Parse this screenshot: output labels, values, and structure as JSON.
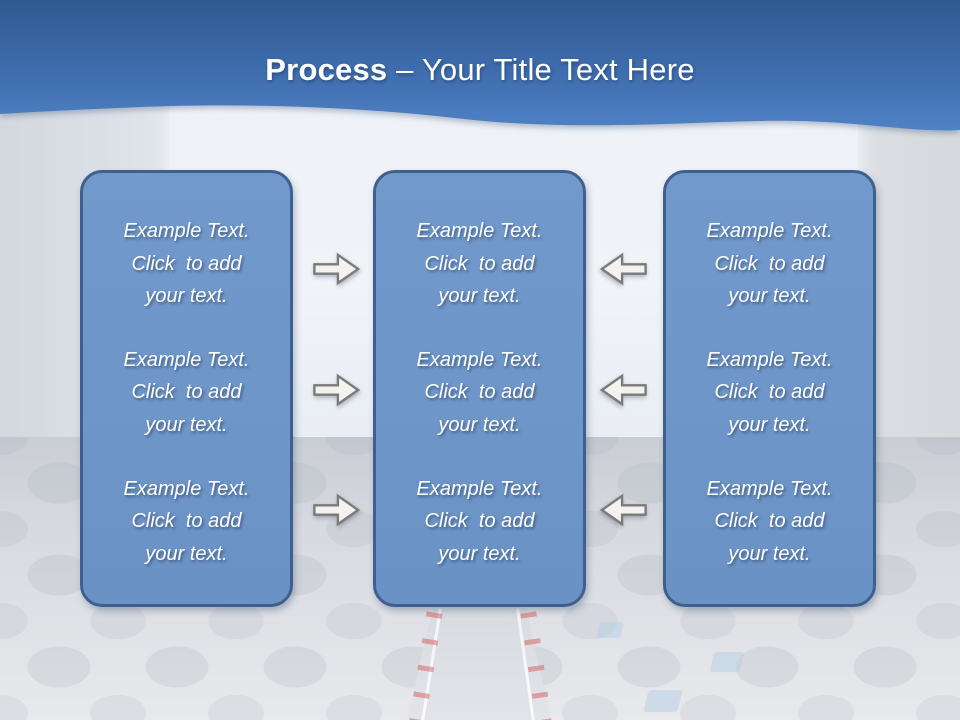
{
  "title": {
    "emphasis": "Process",
    "rest": "– Your Title Text Here"
  },
  "placeholder_text": "Example Text.\nClick  to add\nyour text.",
  "columns": [
    {
      "id": "left",
      "blocks": [
        "Example Text.\nClick  to add\nyour text.",
        "Example Text.\nClick  to add\nyour text.",
        "Example Text.\nClick  to add\nyour text."
      ]
    },
    {
      "id": "center",
      "blocks": [
        "Example Text.\nClick  to add\nyour text.",
        "Example Text.\nClick  to add\nyour text.",
        "Example Text.\nClick  to add\nyour text."
      ]
    },
    {
      "id": "right",
      "blocks": [
        "Example Text.\nClick  to add\nyour text.",
        "Example Text.\nClick  to add\nyour text.",
        "Example Text.\nClick  to add\nyour text."
      ]
    }
  ],
  "arrows": {
    "left_to_center": {
      "direction": "right",
      "count": 3
    },
    "right_to_center": {
      "direction": "left",
      "count": 3
    }
  },
  "colors": {
    "header_top": "#35609e",
    "header_bottom": "#4f82c6",
    "box_fill": "#6e96c8",
    "box_border": "#3f5f8f",
    "arrow_fill": "#f3f2ef",
    "arrow_stroke": "#7a7a7a",
    "text": "#ffffff",
    "aisle_light_red": "#d85c5c"
  }
}
